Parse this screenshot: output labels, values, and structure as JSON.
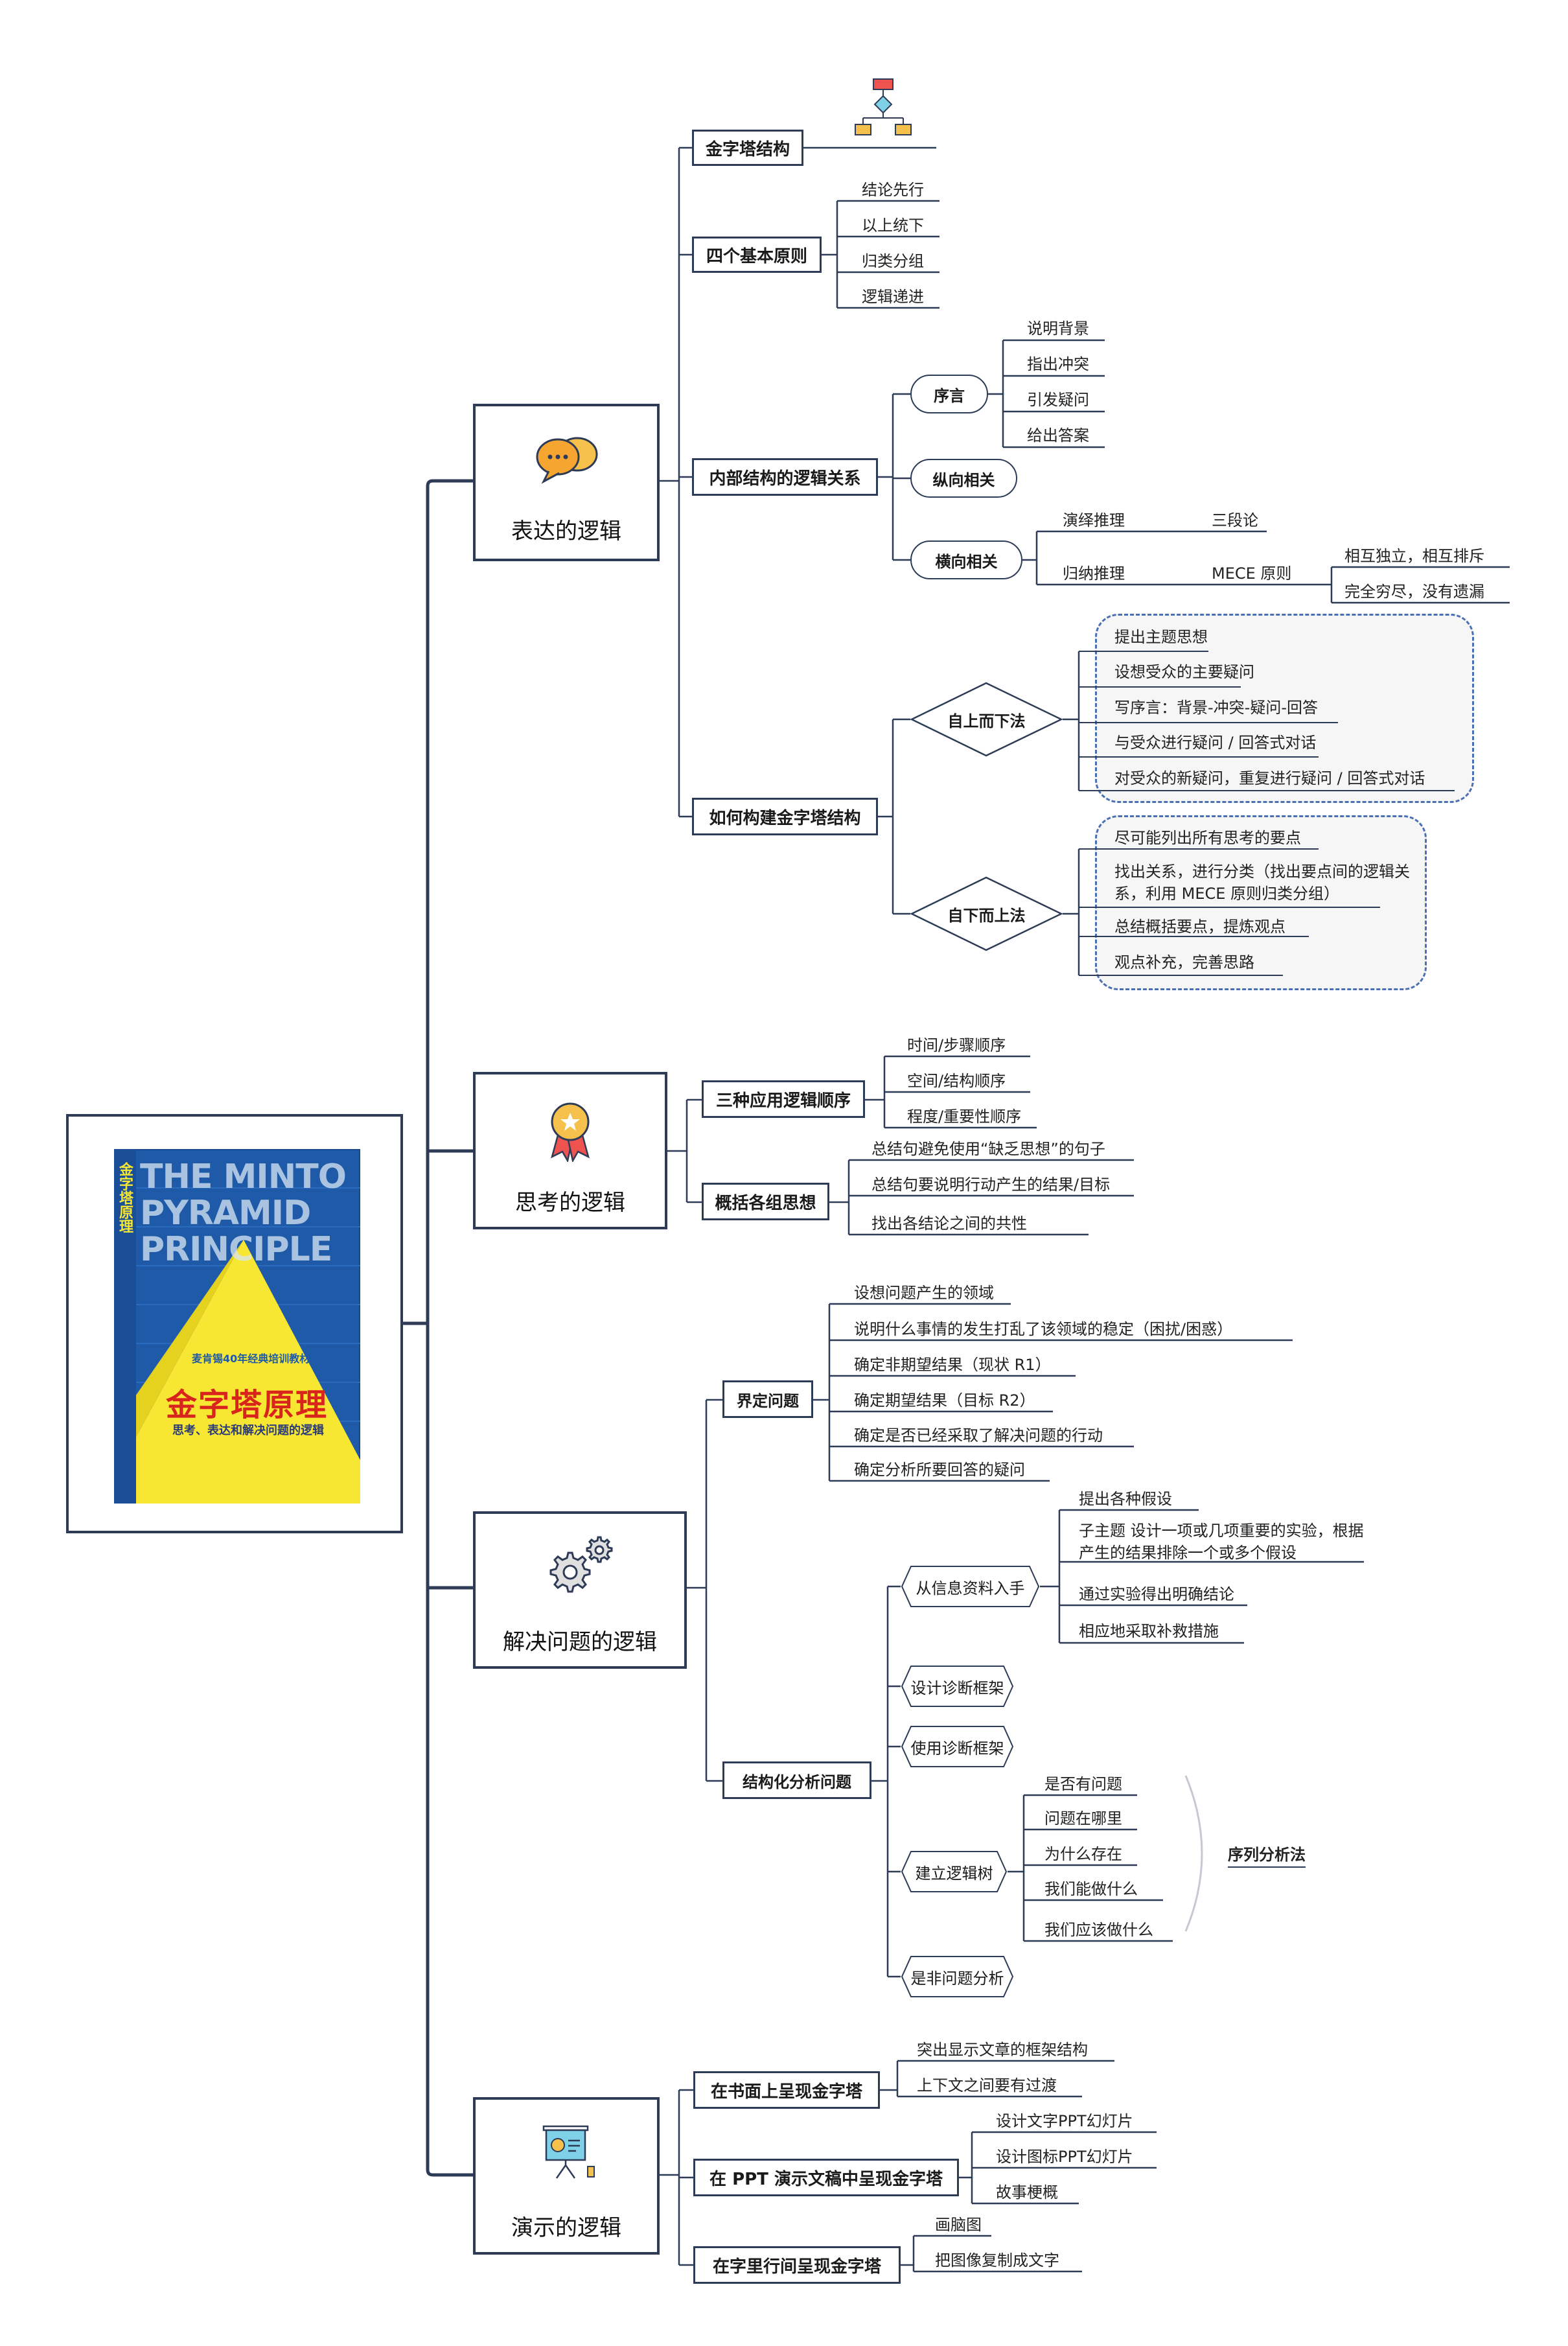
{
  "book": {
    "title_banner": "THE MINTO PYRAMID PRINCIPLE",
    "cn_title": "金字塔原理",
    "subtitle": "思考、表达和解决问题的逻辑",
    "badge": "麦肯锡40年经典培训教材",
    "spine": "金字塔原理"
  },
  "branches": {
    "expression": {
      "title": "表达的逻辑",
      "nodes": {
        "pyramid_structure": "金字塔结构",
        "four_principles": "四个基本原则",
        "principles": [
          "结论先行",
          "以上统下",
          "归类分组",
          "逻辑递进"
        ],
        "internal_logic": "内部结构的逻辑关系",
        "preface": "序言",
        "preface_items": [
          "说明背景",
          "指出冲突",
          "引发疑问",
          "给出答案"
        ],
        "vertical": "纵向相关",
        "horizontal": "横向相关",
        "deduction": "演绎推理",
        "syllogism": "三段论",
        "induction": "归纳推理",
        "mece": "MECE 原则",
        "mece_items": [
          "相互独立，相互排斥",
          "完全穷尽，没有遗漏"
        ],
        "how_build": "如何构建金字塔结构",
        "top_down": "自上而下法",
        "top_down_items": [
          "提出主题思想",
          "设想受众的主要疑问",
          "写序言：背景-冲突-疑问-回答",
          "与受众进行疑问 / 回答式对话",
          "对受众的新疑问，重复进行疑问 / 回答式对话"
        ],
        "bottom_up": "自下而上法",
        "bottom_up_items": [
          "尽可能列出所有思考的要点",
          "找出关系，进行分类（找出要点间的逻辑关系，利用 MECE 原则归类分组）",
          "总结概括要点，提炼观点",
          "观点补充，完善思路"
        ]
      }
    },
    "thinking": {
      "title": "思考的逻辑",
      "nodes": {
        "three_orders": "三种应用逻辑顺序",
        "orders": [
          "时间/步骤顺序",
          "空间/结构顺序",
          "程度/重要性顺序"
        ],
        "summarize": "概括各组思想",
        "summ_items": [
          "总结句避免使用“缺乏思想”的句子",
          "总结句要说明行动产生的结果/目标",
          "找出各结论之间的共性"
        ]
      }
    },
    "problem": {
      "title": "解决问题的逻辑",
      "nodes": {
        "define": "界定问题",
        "define_items": [
          "设想问题产生的领域",
          "说明什么事情的发生打乱了该领域的稳定（困扰/困惑）",
          "确定非期望结果（现状 R1）",
          "确定期望结果（目标 R2）",
          "确定是否已经采取了解决问题的行动",
          "确定分析所要回答的疑问"
        ],
        "structured": "结构化分析问题",
        "from_info": "从信息资料入手",
        "info_items": [
          "提出各种假设",
          "子主题 设计一项或几项重要的实验，根据产生的结果排除一个或多个假设",
          "通过实验得出明确结论",
          "相应地采取补救措施"
        ],
        "design_frame": "设计诊断框架",
        "use_frame": "使用诊断框架",
        "logic_tree": "建立逻辑树",
        "tree_items": [
          "是否有问题",
          "问题在哪里",
          "为什么存在",
          "我们能做什么",
          "我们应该做什么"
        ],
        "sequence": "序列分析法",
        "yes_no": "是非问题分析"
      }
    },
    "presentation": {
      "title": "演示的逻辑",
      "nodes": {
        "on_paper": "在书面上呈现金字塔",
        "paper_items": [
          "突出显示文章的框架结构",
          "上下文之间要有过渡"
        ],
        "on_ppt": "在 PPT 演示文稿中呈现金字塔",
        "ppt_items": [
          "设计文字PPT幻灯片",
          "设计图标PPT幻灯片",
          "故事梗概"
        ],
        "between_lines": "在字里行间呈现金字塔",
        "line_items": [
          "画脑图",
          "把图像复制成文字"
        ]
      }
    }
  }
}
